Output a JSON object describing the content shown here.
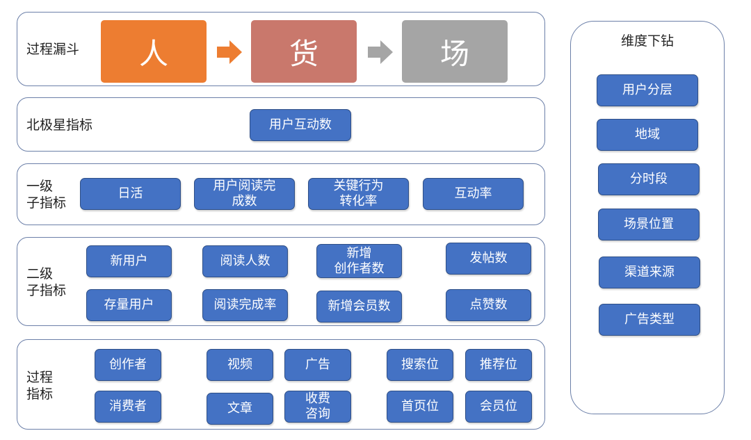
{
  "funnel": {
    "label": "过程漏斗",
    "people": "人",
    "goods": "货",
    "place": "场",
    "colors": {
      "people": "#ed7d31",
      "goods": "#c9786c",
      "place": "#a5a5a5",
      "arrow1": "#ed7d31",
      "arrow2": "#a5a5a5"
    }
  },
  "north_star": {
    "label": "北极星指标",
    "metric": "用户互动数"
  },
  "level1": {
    "label": "一级\n子指标",
    "items": [
      "日活",
      "用户阅读完\n成数",
      "关键行为\n转化率",
      "互动率"
    ]
  },
  "level2": {
    "label": "二级\n子指标",
    "items": [
      "新用户",
      "阅读人数",
      "新增\n创作者数",
      "发帖数",
      "存量用户",
      "阅读完成率",
      "新增会员数",
      "点赞数"
    ]
  },
  "process": {
    "label": "过程\n指标",
    "items": [
      "创作者",
      "消费者",
      "视频",
      "文章",
      "广告",
      "收费\n咨询",
      "搜索位",
      "首页位",
      "推荐位",
      "会员位"
    ]
  },
  "drilldown": {
    "title": "维度下钻",
    "items": [
      "用户分层",
      "地域",
      "分时段",
      "场景位置",
      "渠道来源",
      "广告类型"
    ]
  },
  "colors": {
    "box_fill": "#4472c4",
    "box_border": "#2f4f86",
    "panel_border": "#6b7fa8"
  }
}
